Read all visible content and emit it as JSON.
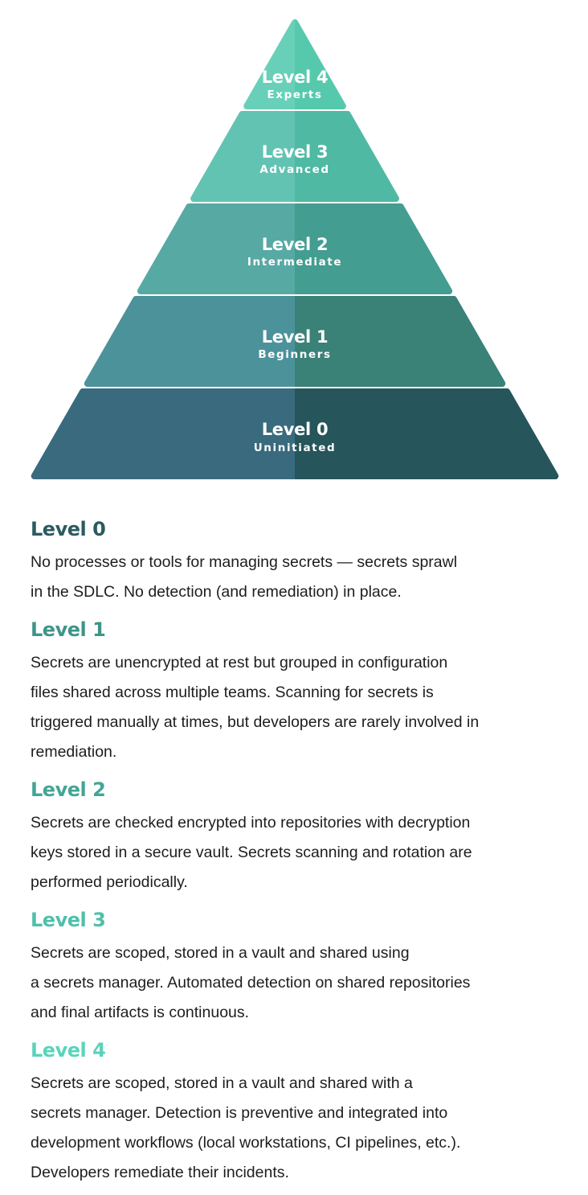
{
  "background": "#ffffff",
  "pyramid": {
    "label_color": "#ffffff",
    "levels": [
      {
        "label": "Level 4",
        "sublabel": "Experts",
        "color_left": "#68d0b9",
        "color_right": "#56c9ad"
      },
      {
        "label": "Level 3",
        "sublabel": "Advanced",
        "color_left": "#63c3b3",
        "color_right": "#4fb9a3"
      },
      {
        "label": "Level 2",
        "sublabel": "Intermediate",
        "color_left": "#57a9a4",
        "color_right": "#439d90"
      },
      {
        "label": "Level 1",
        "sublabel": "Beginners",
        "color_left": "#4c929a",
        "color_right": "#3a8178"
      },
      {
        "label": "Level 0",
        "sublabel": "Uninitiated",
        "color_left": "#396a7d",
        "color_right": "#26555b"
      }
    ]
  },
  "sections": [
    {
      "heading": "Level 0",
      "heading_color": "#2a5b60",
      "body": "No processes or tools for managing secrets — secrets sprawl\nin the SDLC. No detection (and remediation) in place."
    },
    {
      "heading": "Level 1",
      "heading_color": "#3e958a",
      "body": "Secrets are unencrypted at rest but grouped in configuration\nfiles shared across multiple teams. Scanning for secrets is\ntriggered manually at times, but developers are rarely involved in\nremediation."
    },
    {
      "heading": "Level 2",
      "heading_color": "#43a596",
      "body": "Secrets are checked encrypted into repositories with decryption\nkeys stored in a secure vault. Secrets scanning and rotation are\nperformed periodically."
    },
    {
      "heading": "Level 3",
      "heading_color": "#50bfab",
      "body": "Secrets are scoped, stored in a vault and shared using\na secrets manager. Automated detection on shared repositories\nand final artifacts is continuous."
    },
    {
      "heading": "Level 4",
      "heading_color": "#5bd3bb",
      "body": "Secrets are scoped, stored in a vault and shared with a\nsecrets manager. Detection is preventive and integrated into\ndevelopment workflows (local workstations, CI pipelines, etc.).\nDevelopers remediate their incidents."
    }
  ]
}
